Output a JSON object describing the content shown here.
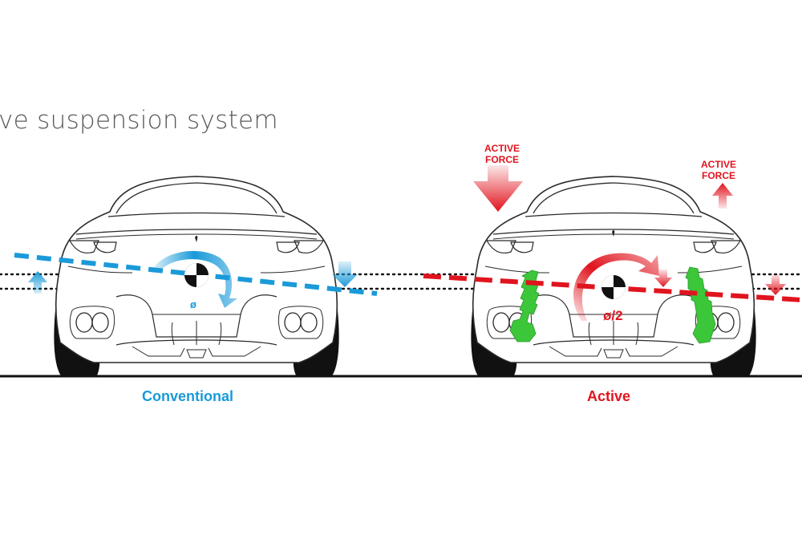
{
  "title": "ve suspension system",
  "colors": {
    "conventional": "#1a9ad9",
    "active": "#e0141e",
    "spring": "#3cc63a",
    "outline": "#2a2a2a",
    "ground": "#111111"
  },
  "panels": [
    {
      "id": "conventional",
      "caption": "Conventional",
      "roll_angle_label": "ø",
      "icons": [
        "roll-arrow-icon",
        "up-arrow-icon",
        "down-arrow-icon",
        "center-of-gravity-icon",
        "prancing-horse-logo-icon"
      ]
    },
    {
      "id": "active",
      "caption": "Active",
      "roll_angle_label": "ø/2",
      "force_labels": [
        "ACTIVE FORCE",
        "ACTIVE FORCE"
      ],
      "icons": [
        "roll-arrow-icon",
        "active-force-down-arrow-icon",
        "active-force-up-arrow-icon",
        "center-of-gravity-icon",
        "spring-damper-icon",
        "prancing-horse-logo-icon"
      ]
    }
  ],
  "active_force": {
    "left": {
      "line1": "ACTIVE",
      "line2": "FORCE"
    },
    "right": {
      "line1": "ACTIVE",
      "line2": "FORCE"
    }
  }
}
